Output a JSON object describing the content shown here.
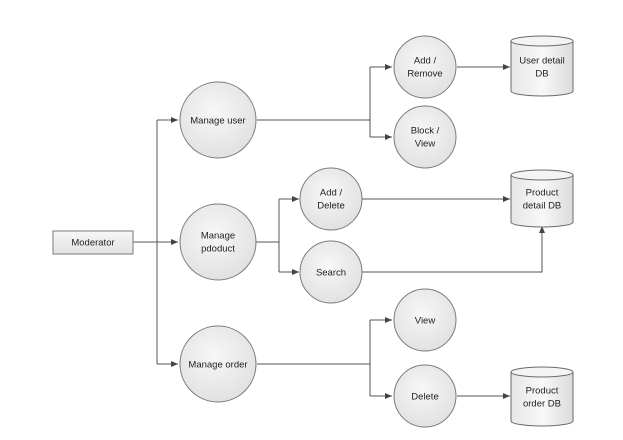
{
  "nodes": {
    "moderator": "Moderator",
    "manage_user": "Manage user",
    "manage_product": [
      "Manage",
      "pdoduct"
    ],
    "manage_order": "Manage order",
    "add_remove": [
      "Add /",
      "Remove"
    ],
    "block_view": [
      "Block /",
      "View"
    ],
    "add_delete": [
      "Add /",
      "Delete"
    ],
    "search": "Search",
    "view": "View",
    "delete": "Delete",
    "user_detail_db": [
      "User detail",
      "DB"
    ],
    "product_detail_db": [
      "Product",
      "detail DB"
    ],
    "product_order_db": [
      "Product",
      "order DB"
    ]
  }
}
